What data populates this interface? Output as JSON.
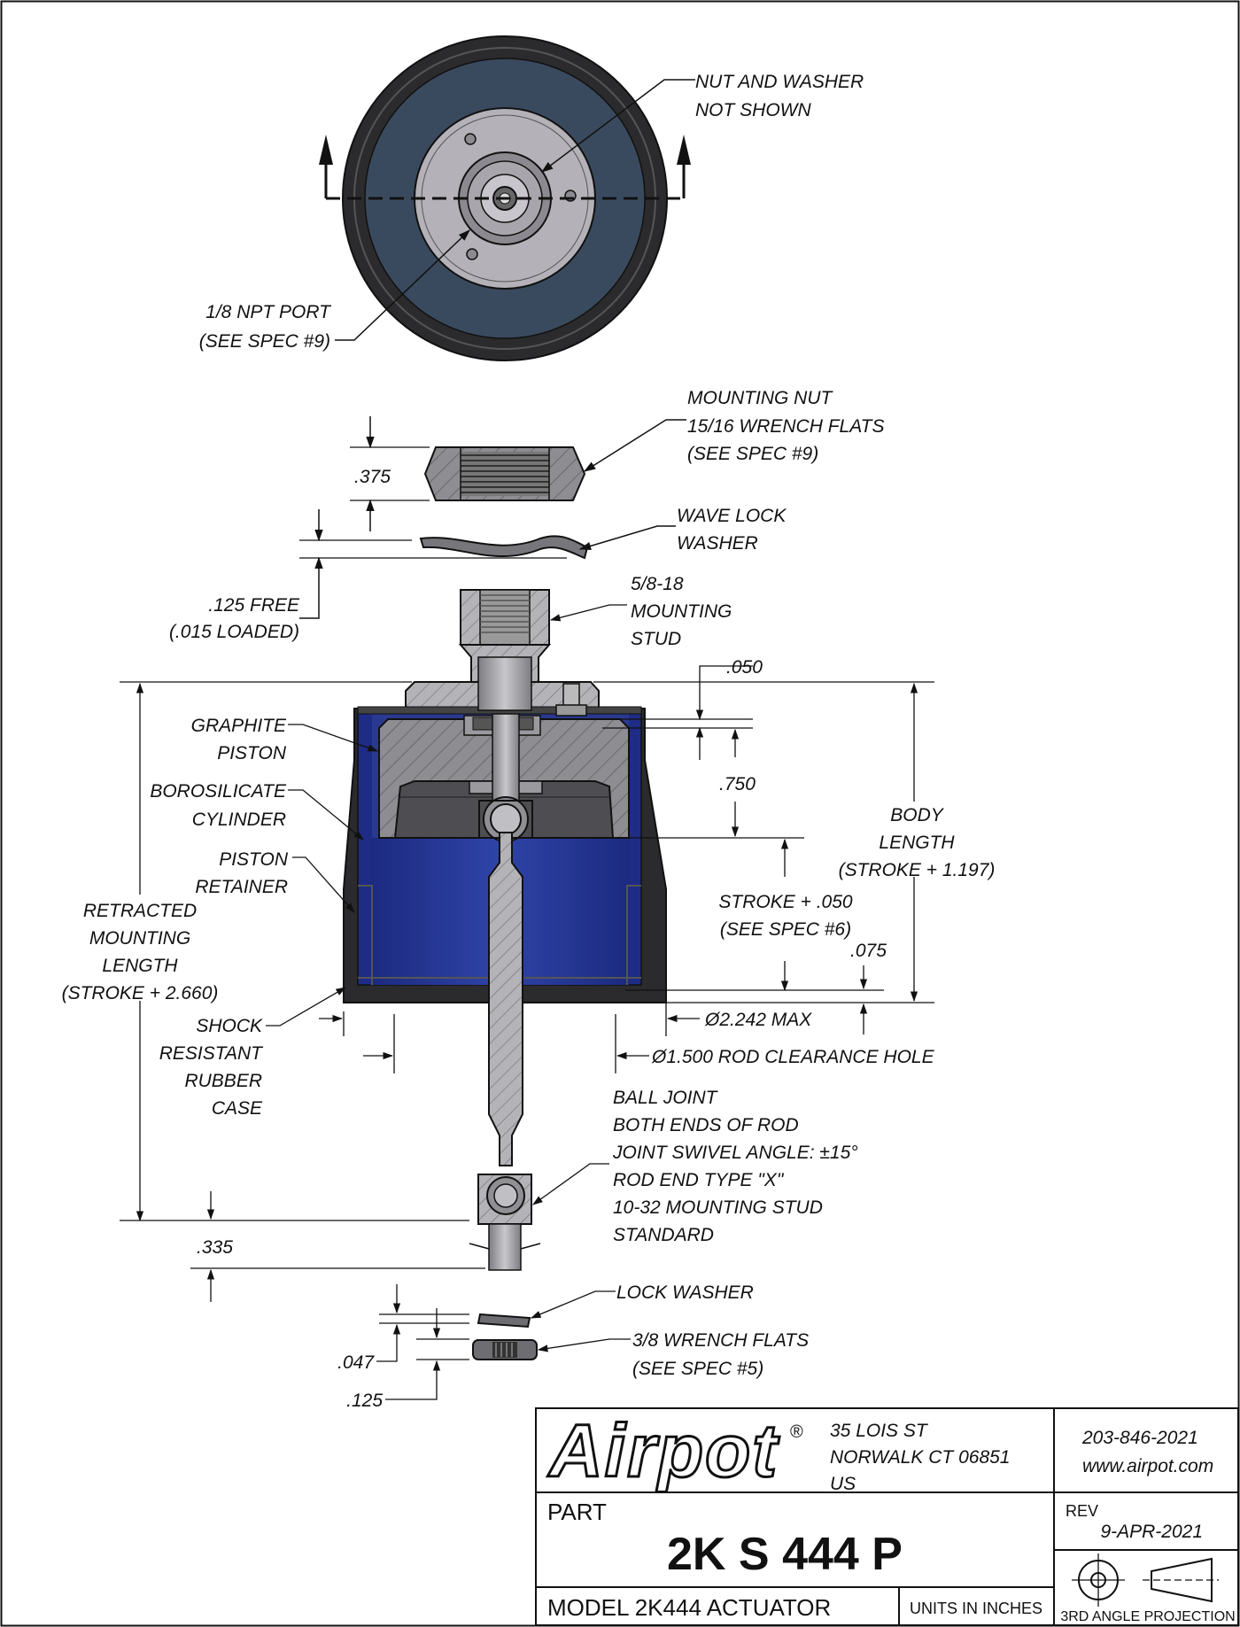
{
  "labels": {
    "nut_washer": [
      "NUT AND WASHER",
      "NOT SHOWN"
    ],
    "npt_port": [
      "1/8 NPT PORT",
      "(SEE SPEC #9)"
    ],
    "mounting_nut": [
      "MOUNTING NUT",
      "15/16 WRENCH FLATS",
      "(SEE SPEC #9)"
    ],
    "dim_375": ".375",
    "wave_lock": [
      "WAVE LOCK",
      "WASHER"
    ],
    "dim_125_free": [
      ".125 FREE",
      "(.015 LOADED)"
    ],
    "mounting_stud": [
      "5/8-18",
      "MOUNTING",
      "STUD"
    ],
    "dim_050": ".050",
    "graphite_piston": [
      "GRAPHITE",
      "PISTON"
    ],
    "dim_750": ".750",
    "borosilicate": [
      "BOROSILICATE",
      "CYLINDER"
    ],
    "body_length": [
      "BODY",
      "LENGTH",
      "(STROKE + 1.197)"
    ],
    "piston_retainer": [
      "PISTON",
      "RETAINER"
    ],
    "retracted": [
      "RETRACTED",
      "MOUNTING",
      "LENGTH",
      "(STROKE + 2.660)"
    ],
    "stroke": [
      "STROKE + .050",
      "(SEE SPEC #6)"
    ],
    "dim_075": ".075",
    "shock_case": [
      "SHOCK",
      "RESISTANT",
      "RUBBER",
      "CASE"
    ],
    "dia_2242": "Ø2.242 MAX",
    "dia_1500": "Ø1.500 ROD CLEARANCE HOLE",
    "ball_joint": [
      "BALL JOINT",
      "BOTH ENDS OF ROD",
      "JOINT SWIVEL ANGLE: ±15°",
      "ROD END TYPE \"X\"",
      "10-32 MOUNTING STUD",
      "STANDARD"
    ],
    "dim_335": ".335",
    "lock_washer": "LOCK WASHER",
    "wrench_38": [
      "3/8 WRENCH FLATS",
      "(SEE SPEC #5)"
    ],
    "dim_047": ".047",
    "dim_125": ".125"
  },
  "title_block": {
    "brand": "Airpot",
    "registered": "®",
    "address": [
      "35 LOIS ST",
      "NORWALK CT 06851",
      "US"
    ],
    "phone": "203-846-2021",
    "website": "www.airpot.com",
    "part_label": "PART",
    "part_number": "2K S 444 P",
    "rev_label": "REV",
    "rev_date": "9-APR-2021",
    "model": "MODEL 2K444 ACTUATOR",
    "units": "UNITS IN INCHES",
    "projection": "3RD ANGLE PROJECTION"
  },
  "colors": {
    "case": "#2b2b2d",
    "top_face": "#3a4a5e",
    "cylinder": "#23348f",
    "metal": "#a9a9ad",
    "line": "#111111"
  }
}
